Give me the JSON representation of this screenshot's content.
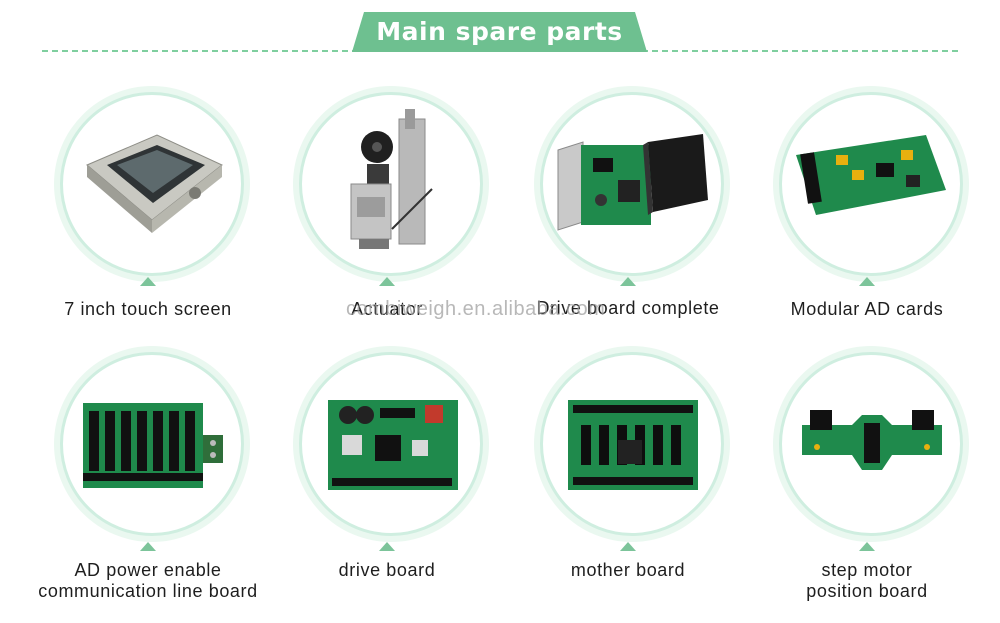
{
  "header": {
    "title": "Main spare parts"
  },
  "watermark": "combiweigh.en.alibaba.com",
  "colors": {
    "accent": "#7cc49a",
    "banner": "#6ec090",
    "circle_ring": "#cfeee0",
    "pcb_green": "#1f8a4c"
  },
  "parts": [
    {
      "label_line1": "7 inch touch screen",
      "label_line2": "",
      "image": "touch-screen-photo"
    },
    {
      "label_line1": "Actuator",
      "label_line2": "",
      "image": "actuator-photo"
    },
    {
      "label_line1": "Drive board complete",
      "label_line2": "",
      "image": "drive-board-complete-photo"
    },
    {
      "label_line1": "Modular AD cards",
      "label_line2": "",
      "image": "ad-card-photo"
    },
    {
      "label_line1": "AD power enable",
      "label_line2": "communication line board",
      "image": "ad-power-board-photo"
    },
    {
      "label_line1": "drive board",
      "label_line2": "",
      "image": "drive-board-photo"
    },
    {
      "label_line1": "mother board",
      "label_line2": "",
      "image": "mother-board-photo"
    },
    {
      "label_line1": "step motor",
      "label_line2": "position board",
      "image": "step-motor-board-photo"
    }
  ]
}
